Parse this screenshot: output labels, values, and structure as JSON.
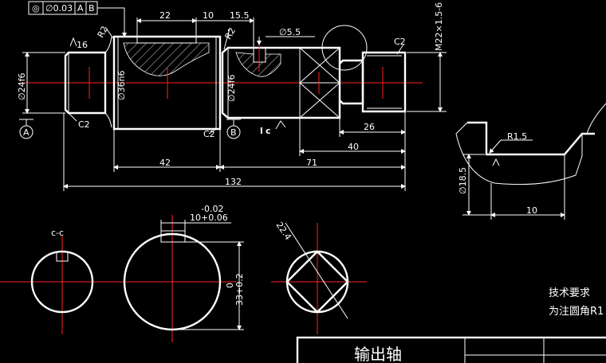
{
  "drawing": {
    "title": "输出轴",
    "tech_heading": "技术要求",
    "tech_note": "为注圆角R1",
    "tolerance_frame": {
      "symbol": "◎",
      "value": "∅0.03",
      "datum1": "A",
      "datum2": "B"
    },
    "datums": {
      "left": "A",
      "right": "B"
    },
    "dims": {
      "d22": "22",
      "d10": "10",
      "d15_5": "15.5",
      "d5_5": "∅5.5",
      "r2a": "R2",
      "r2b": "R2",
      "c2_top": "C2",
      "thread": "M22×1.5-6",
      "dia_left": "∅24f6",
      "dia_mid": "∅36n6",
      "dia_right": "∅24f6",
      "c2_left": "C2",
      "c2_mid": "C2",
      "d42": "42",
      "d71": "71",
      "d132": "132",
      "d40": "40",
      "d26": "26",
      "rough": "16",
      "key_tol_top": "-0.02",
      "key_tol": "10+0.06",
      "sec_dim_a": "0",
      "sec_dim_b": "33+0.2",
      "sq_dim": "22.4",
      "cc": "c-c",
      "r15": "R1.5",
      "d18_5": "∅18.5",
      "d10b": "10"
    }
  }
}
